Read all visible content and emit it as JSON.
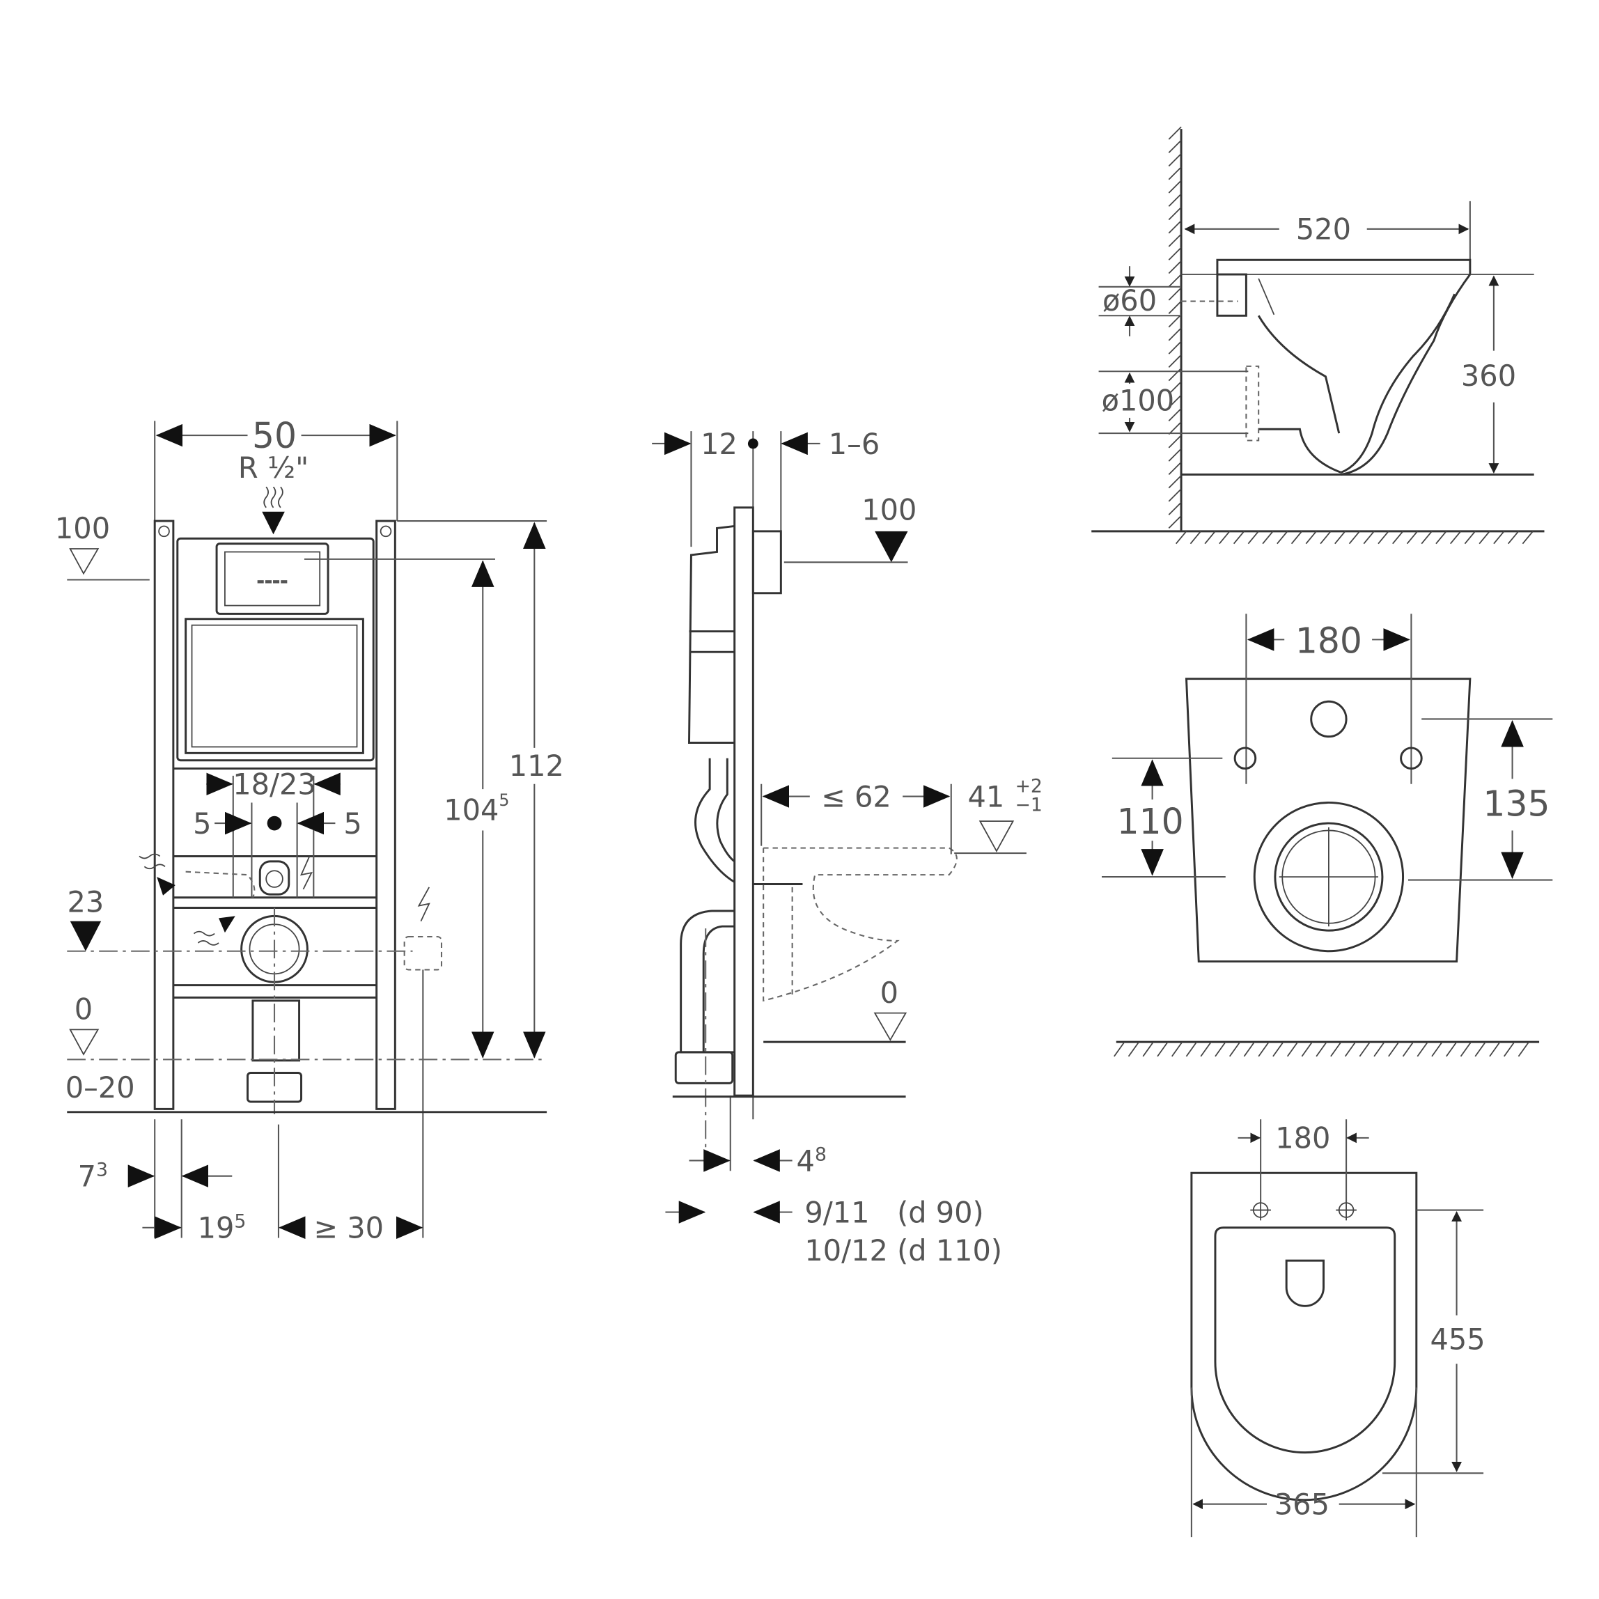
{
  "title": "Wall-hung toilet installation frame and bowl dimension drawing",
  "front_view": {
    "width": "50",
    "inlet": "R ½\"",
    "level_top": "100",
    "level_mid": "23",
    "level_floor": "0",
    "floor_adjust": "0–20",
    "height_total": "112",
    "height_plate_base": "104",
    "height_plate_sup": "5",
    "bolt_spacing": "18/23",
    "offset_left": "5",
    "offset_right": "5",
    "foot_offset_base": "7",
    "foot_offset_sup": "3",
    "drain_offset_base": "19",
    "drain_offset_sup": "5",
    "power_offset": "≥ 30"
  },
  "side_view": {
    "depth": "12",
    "wall_gap": "1–6",
    "level_top": "100",
    "projection": "≤ 62",
    "seat_height": "41",
    "seat_tol_plus": "+2",
    "seat_tol_minus": "−1",
    "level_floor": "0",
    "frame_offset_base": "4",
    "frame_offset_sup": "8",
    "drain_d90": "9/11   (d 90)",
    "drain_d110": "10/12 (d 110)"
  },
  "bowl_side": {
    "length": "520",
    "inlet_diameter": "ø60",
    "outlet_diameter": "ø100",
    "height": "360"
  },
  "bowl_back": {
    "bolt_spacing": "180",
    "outlet_height": "110",
    "inlet_height": "135"
  },
  "bowl_top": {
    "bolt_spacing": "180",
    "length": "455",
    "width": "365"
  }
}
